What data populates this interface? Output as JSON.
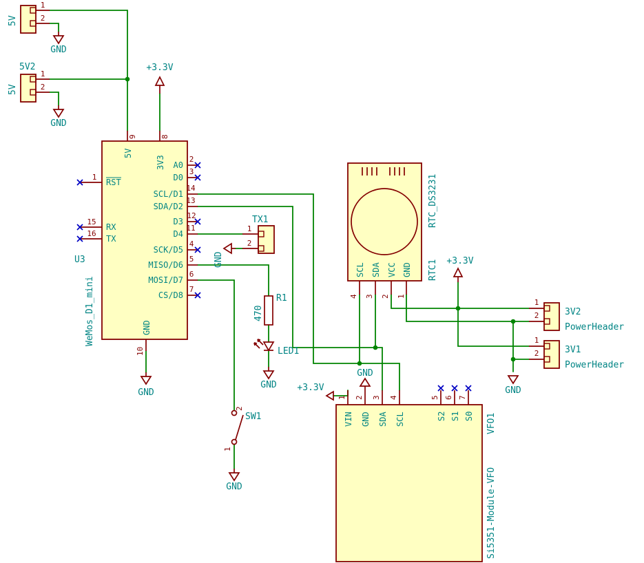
{
  "net": {
    "gnd": "GND",
    "p33": "+3.3V"
  },
  "j1": {
    "side": "5V",
    "p1": "1",
    "p2": "2"
  },
  "j2": {
    "ref": "5V2",
    "side": "5V",
    "p1": "1",
    "p2": "2"
  },
  "u3": {
    "ref": "U3",
    "value": "WeMos_D1_mini",
    "pins": {
      "p9": {
        "n": "9",
        "name": "5V"
      },
      "p8": {
        "n": "8",
        "name": "3V3"
      },
      "rst": {
        "n": "1",
        "name": "RST"
      },
      "rx": {
        "n": "15",
        "name": "RX"
      },
      "tx": {
        "n": "16",
        "name": "TX"
      },
      "a0": {
        "n": "2",
        "name": "A0"
      },
      "d0": {
        "n": "3",
        "name": "D0"
      },
      "d1": {
        "n": "14",
        "name": "SCL/D1"
      },
      "d2": {
        "n": "13",
        "name": "SDA/D2"
      },
      "d3": {
        "n": "12",
        "name": "D3"
      },
      "d4": {
        "n": "11",
        "name": "D4"
      },
      "d5": {
        "n": "4",
        "name": "SCK/D5"
      },
      "d6": {
        "n": "5",
        "name": "MISO/D6"
      },
      "d7": {
        "n": "6",
        "name": "MOSI/D7"
      },
      "d8": {
        "n": "7",
        "name": "CS/D8"
      },
      "gnd": {
        "n": "10",
        "name": "GND"
      }
    }
  },
  "tx1": {
    "ref": "TX1",
    "p1": "1",
    "p2": "2"
  },
  "r1": {
    "ref": "R1",
    "value": "470"
  },
  "led1": {
    "ref": "LED1"
  },
  "sw1": {
    "ref": "SW1",
    "p1": "1",
    "p2": "2"
  },
  "rtc1": {
    "ref": "RTC1",
    "value": "RTC_DS3231",
    "pins": [
      {
        "n": "4",
        "name": "SCL"
      },
      {
        "n": "3",
        "name": "SDA"
      },
      {
        "n": "2",
        "name": "VCC"
      },
      {
        "n": "1",
        "name": "GND"
      }
    ]
  },
  "vfo1": {
    "ref": "VFO1",
    "value": "Si5351-Module-VFO",
    "pins": [
      {
        "n": "1",
        "name": "VIN"
      },
      {
        "n": "2",
        "name": "GND"
      },
      {
        "n": "3",
        "name": "SDA"
      },
      {
        "n": "4",
        "name": "SCL"
      },
      {
        "n": "5",
        "name": "S2"
      },
      {
        "n": "6",
        "name": "S1"
      },
      {
        "n": "7",
        "name": "S0"
      }
    ]
  },
  "j3v2": {
    "ref": "3V2",
    "value": "PowerHeader",
    "p1": "1",
    "p2": "2"
  },
  "j3v1": {
    "ref": "3V1",
    "value": "PowerHeader",
    "p1": "1",
    "p2": "2"
  }
}
